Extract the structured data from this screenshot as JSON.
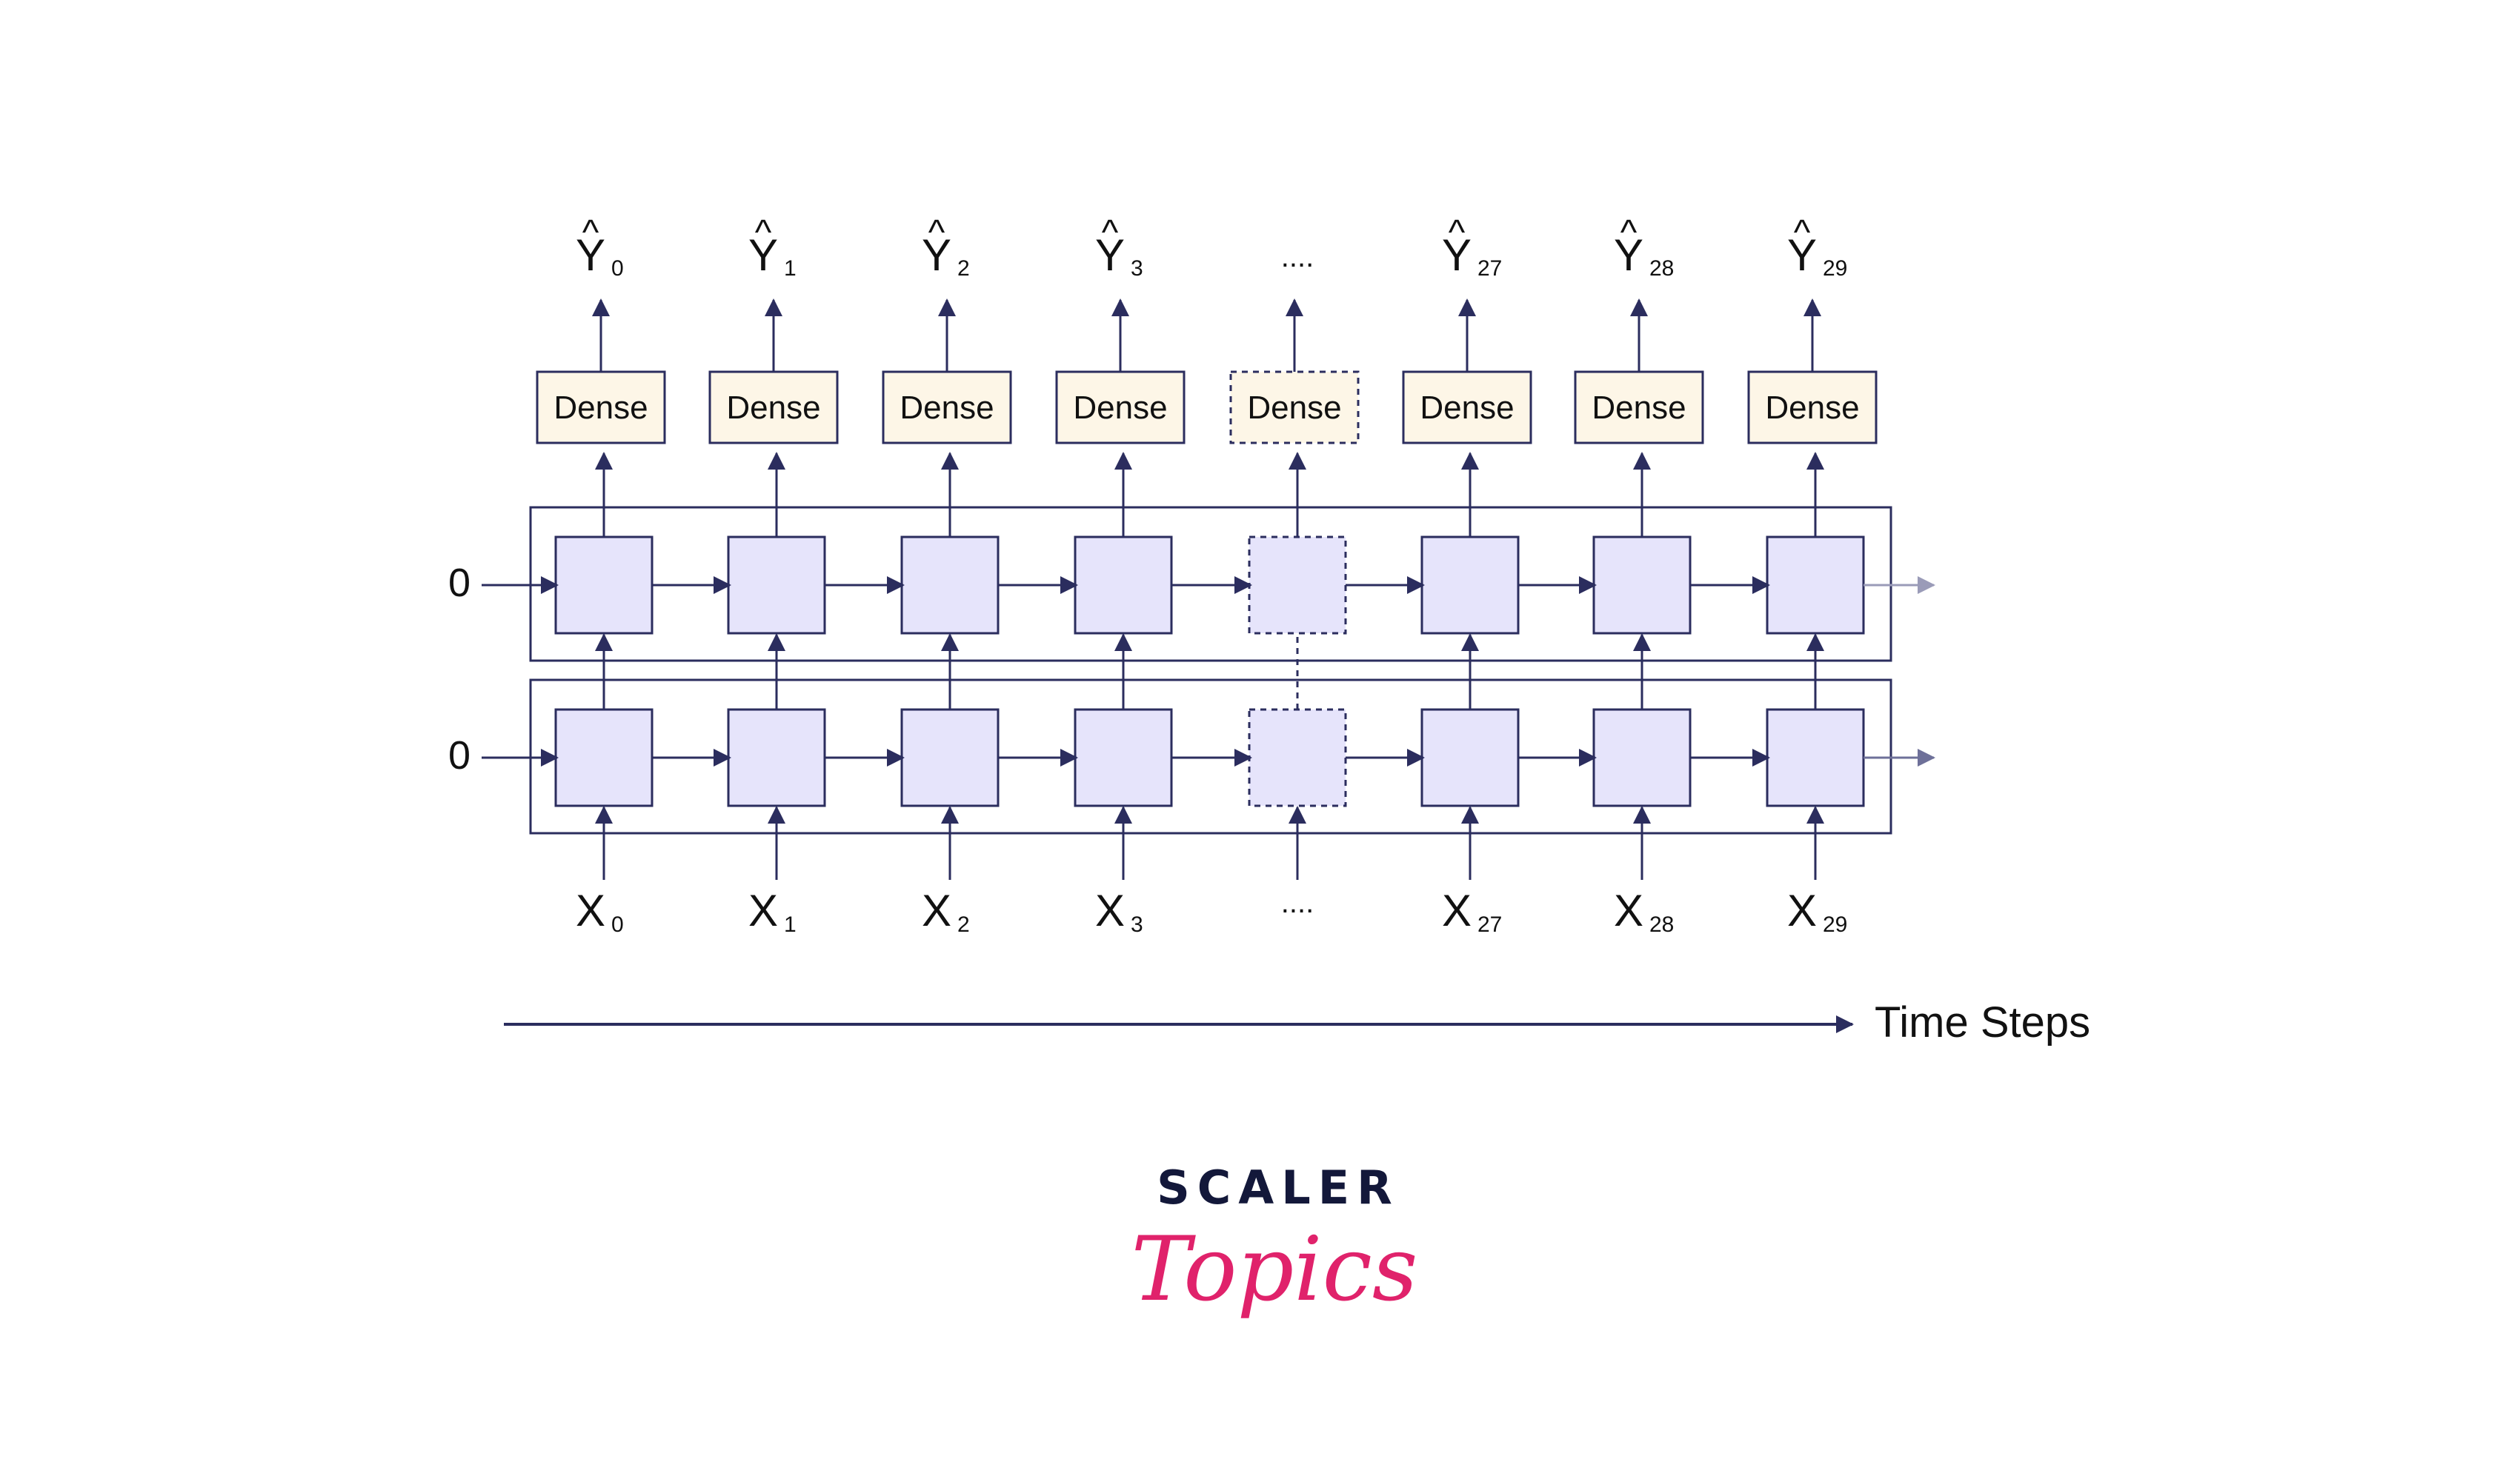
{
  "colors": {
    "line": "#2b2d5e",
    "cell_fill": "#e6e4fb",
    "dense_fill": "#fdf6e7",
    "faded_arrow": "#9a9bb8",
    "logo_dark": "#13183a",
    "logo_pink": "#e0226b"
  },
  "dense_label": "Dense",
  "initial_state": "0",
  "output_base": "Y",
  "output_hat": "^",
  "input_base": "X",
  "ellipsis": "....",
  "time_steps": [
    {
      "sub": "0",
      "kind": "normal"
    },
    {
      "sub": "1",
      "kind": "normal"
    },
    {
      "sub": "2",
      "kind": "normal"
    },
    {
      "sub": "3",
      "kind": "normal"
    },
    {
      "sub": "",
      "kind": "ellipsis"
    },
    {
      "sub": "27",
      "kind": "normal"
    },
    {
      "sub": "28",
      "kind": "normal"
    },
    {
      "sub": "29",
      "kind": "normal"
    }
  ],
  "time_axis_label": "Time Steps",
  "logo": {
    "top": "SCALER",
    "bottom": "Topics"
  }
}
